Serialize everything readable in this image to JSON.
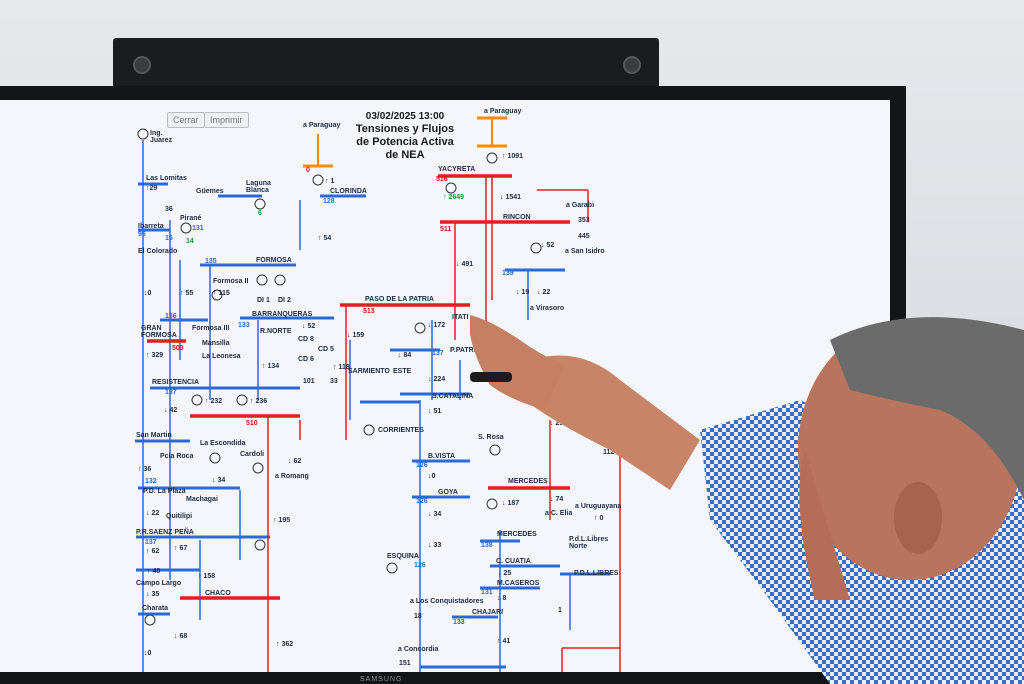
{
  "toolbar": {
    "close_label": "Cerrar",
    "print_label": "Imprimir"
  },
  "diagram": {
    "date_time": "03/02/2025 13:00",
    "title_lines": [
      "Tensiones y Flujos",
      "de Potencia Activa",
      "de NEA"
    ]
  },
  "tv": {
    "brand": "SAMSUNG"
  },
  "labels": [
    {
      "id": "ing-juarez",
      "text": "Ing.\nJuarez",
      "cls": ""
    },
    {
      "id": "a-paraguay-1",
      "text": "a Paraguay",
      "cls": ""
    },
    {
      "id": "a-paraguay-2",
      "text": "a Paraguay",
      "cls": ""
    },
    {
      "id": "las-lomitas",
      "text": "Las Lomitas",
      "cls": ""
    },
    {
      "id": "v29",
      "text": "↑29",
      "cls": ""
    },
    {
      "id": "guemes",
      "text": "Güemes",
      "cls": ""
    },
    {
      "id": "laguna-blanca",
      "text": "Laguna\nBlanca",
      "cls": ""
    },
    {
      "id": "clorinda",
      "text": "CLORINDA",
      "cls": ""
    },
    {
      "id": "v1",
      "text": "↑ 1",
      "cls": ""
    },
    {
      "id": "v0-par",
      "text": "0",
      "cls": "red"
    },
    {
      "id": "v128",
      "text": "128",
      "cls": "blue"
    },
    {
      "id": "v6",
      "text": "6",
      "cls": "grn"
    },
    {
      "id": "v36",
      "text": "36",
      "cls": ""
    },
    {
      "id": "pirane",
      "text": "Pirané",
      "cls": ""
    },
    {
      "id": "ibarreta",
      "text": "Ibarreta",
      "cls": ""
    },
    {
      "id": "v96",
      "text": "96",
      "cls": "blue"
    },
    {
      "id": "v131",
      "text": "131",
      "cls": "blue"
    },
    {
      "id": "v15",
      "text": "15",
      "cls": "blue"
    },
    {
      "id": "v14",
      "text": "14",
      "cls": "grn"
    },
    {
      "id": "el-colorado",
      "text": "El Colorado",
      "cls": ""
    },
    {
      "id": "v54",
      "text": "↑ 54",
      "cls": ""
    },
    {
      "id": "v135",
      "text": "135",
      "cls": "blue"
    },
    {
      "id": "formosa",
      "text": "FORMOSA",
      "cls": ""
    },
    {
      "id": "formosa-ii",
      "text": "Formosa II",
      "cls": ""
    },
    {
      "id": "di1",
      "text": "DI 1",
      "cls": ""
    },
    {
      "id": "di2",
      "text": "DI 2",
      "cls": ""
    },
    {
      "id": "v0a",
      "text": "↓0",
      "cls": ""
    },
    {
      "id": "v55",
      "text": "↑ 55",
      "cls": ""
    },
    {
      "id": "v115",
      "text": "↑ 115",
      "cls": ""
    },
    {
      "id": "barranqueras",
      "text": "BARRANQUERAS",
      "cls": ""
    },
    {
      "id": "v136",
      "text": "136",
      "cls": "blue"
    },
    {
      "id": "v133",
      "text": "133",
      "cls": "blue"
    },
    {
      "id": "rnorte",
      "text": "R.NORTE",
      "cls": ""
    },
    {
      "id": "v52",
      "text": "↓ 52",
      "cls": ""
    },
    {
      "id": "cd8",
      "text": "CD 8",
      "cls": ""
    },
    {
      "id": "cd5",
      "text": "CD 5",
      "cls": ""
    },
    {
      "id": "cd6",
      "text": "CD 6",
      "cls": ""
    },
    {
      "id": "formosa-iii",
      "text": "Formosa III",
      "cls": ""
    },
    {
      "id": "mansilla",
      "text": "Mansilla",
      "cls": ""
    },
    {
      "id": "gran-formosa",
      "text": "GRAN\nFORMOSA",
      "cls": ""
    },
    {
      "id": "v503",
      "text": "503",
      "cls": "red"
    },
    {
      "id": "v329",
      "text": "↑ 329",
      "cls": ""
    },
    {
      "id": "la-leonesa",
      "text": "La Leonesa",
      "cls": ""
    },
    {
      "id": "v134",
      "text": "↑ 134",
      "cls": ""
    },
    {
      "id": "v118",
      "text": "↑ 118",
      "cls": ""
    },
    {
      "id": "v101",
      "text": "101",
      "cls": ""
    },
    {
      "id": "v33a",
      "text": "33",
      "cls": ""
    },
    {
      "id": "resistencia",
      "text": "RESISTENCIA",
      "cls": ""
    },
    {
      "id": "v137a",
      "text": "137",
      "cls": "blue"
    },
    {
      "id": "v42",
      "text": "↓ 42",
      "cls": ""
    },
    {
      "id": "v232",
      "text": "↑ 232",
      "cls": ""
    },
    {
      "id": "v236",
      "text": "↑ 236",
      "cls": ""
    },
    {
      "id": "v510",
      "text": "510",
      "cls": "red"
    },
    {
      "id": "paso-patria",
      "text": "PASO DE LA PATRIA",
      "cls": ""
    },
    {
      "id": "v513",
      "text": "513",
      "cls": "red"
    },
    {
      "id": "v159",
      "text": "↓ 159",
      "cls": ""
    },
    {
      "id": "v172",
      "text": "↓ 172",
      "cls": ""
    },
    {
      "id": "itati",
      "text": "ITATI",
      "cls": ""
    },
    {
      "id": "v137b",
      "text": "137",
      "cls": "blue"
    },
    {
      "id": "v84",
      "text": "↓ 84",
      "cls": ""
    },
    {
      "id": "ppatria",
      "text": "P.PATRIA",
      "cls": ""
    },
    {
      "id": "sarmiento",
      "text": "SARMIENTO",
      "cls": ""
    },
    {
      "id": "este",
      "text": "ESTE",
      "cls": ""
    },
    {
      "id": "v224",
      "text": "↓ 224",
      "cls": ""
    },
    {
      "id": "scatalina",
      "text": "S.CATALINA",
      "cls": ""
    },
    {
      "id": "v51",
      "text": "↓ 51",
      "cls": ""
    },
    {
      "id": "corrientes",
      "text": "CORRIENTES",
      "cls": ""
    },
    {
      "id": "srosa",
      "text": "S. Rosa",
      "cls": ""
    },
    {
      "id": "san-martin",
      "text": "San Martin",
      "cls": ""
    },
    {
      "id": "la-escondida",
      "text": "La Escondida",
      "cls": ""
    },
    {
      "id": "v36b",
      "text": "↑ 36",
      "cls": ""
    },
    {
      "id": "pcia-roca",
      "text": "Pcia Roca",
      "cls": ""
    },
    {
      "id": "cardoli",
      "text": "Cardoli",
      "cls": ""
    },
    {
      "id": "v62",
      "text": "↓ 62",
      "cls": ""
    },
    {
      "id": "a-romang",
      "text": "a Romang",
      "cls": ""
    },
    {
      "id": "v34",
      "text": "↓ 34",
      "cls": ""
    },
    {
      "id": "v132",
      "text": "132",
      "cls": "blue"
    },
    {
      "id": "pd-plaza",
      "text": "P.D. La Plaza",
      "cls": ""
    },
    {
      "id": "machagai",
      "text": "Machagai",
      "cls": ""
    },
    {
      "id": "v22",
      "text": "↓ 22",
      "cls": ""
    },
    {
      "id": "quitilipi",
      "text": "Quitilipi",
      "cls": ""
    },
    {
      "id": "v195",
      "text": "↑ 195",
      "cls": ""
    },
    {
      "id": "saenz-pena",
      "text": "P.R.SAENZ PEÑA",
      "cls": ""
    },
    {
      "id": "v137c",
      "text": "137",
      "cls": "blue"
    },
    {
      "id": "v62b",
      "text": "↑ 62",
      "cls": ""
    },
    {
      "id": "v67",
      "text": "↑ 67",
      "cls": ""
    },
    {
      "id": "v40",
      "text": "↑ 40",
      "cls": ""
    },
    {
      "id": "v158",
      "text": "↑ 158",
      "cls": ""
    },
    {
      "id": "campo-largo",
      "text": "Campo Largo",
      "cls": ""
    },
    {
      "id": "v35",
      "text": "↓ 35",
      "cls": ""
    },
    {
      "id": "chaco",
      "text": "CHACO",
      "cls": ""
    },
    {
      "id": "charata",
      "text": "Charata",
      "cls": ""
    },
    {
      "id": "v68",
      "text": "↓ 68",
      "cls": ""
    },
    {
      "id": "v362",
      "text": "↑ 362",
      "cls": ""
    },
    {
      "id": "v0b",
      "text": "↓0",
      "cls": ""
    },
    {
      "id": "yacyreta",
      "text": "YACYRETA",
      "cls": ""
    },
    {
      "id": "v516",
      "text": "516",
      "cls": "red"
    },
    {
      "id": "v1091",
      "text": "↑ 1091",
      "cls": ""
    },
    {
      "id": "v2649",
      "text": "↑ 2649",
      "cls": "grn"
    },
    {
      "id": "v1541",
      "text": "↓ 1541",
      "cls": ""
    },
    {
      "id": "a-garabi",
      "text": "a Garabi",
      "cls": ""
    },
    {
      "id": "v353",
      "text": "353",
      "cls": ""
    },
    {
      "id": "rincon",
      "text": "RINCON",
      "cls": ""
    },
    {
      "id": "v511",
      "text": "511",
      "cls": "red"
    },
    {
      "id": "v445",
      "text": "445",
      "cls": ""
    },
    {
      "id": "a-san-isidro",
      "text": "a San Isidro",
      "cls": ""
    },
    {
      "id": "v52b",
      "text": "↓ 52",
      "cls": ""
    },
    {
      "id": "v491",
      "text": "↓ 491",
      "cls": ""
    },
    {
      "id": "v139",
      "text": "139",
      "cls": "blue"
    },
    {
      "id": "v19",
      "text": "↓ 19",
      "cls": ""
    },
    {
      "id": "v22b",
      "text": "↓ 22",
      "cls": ""
    },
    {
      "id": "a-virasoro",
      "text": "a Virasoro",
      "cls": ""
    },
    {
      "id": "v298",
      "text": "↓ 298",
      "cls": ""
    },
    {
      "id": "bvista",
      "text": "B.VISTA",
      "cls": ""
    },
    {
      "id": "v126a",
      "text": "126",
      "cls": "blue"
    },
    {
      "id": "v0c",
      "text": "↓0",
      "cls": ""
    },
    {
      "id": "goya",
      "text": "GOYA",
      "cls": ""
    },
    {
      "id": "v126b",
      "text": "126",
      "cls": "blue"
    },
    {
      "id": "v112",
      "text": "112",
      "cls": ""
    },
    {
      "id": "mercedes-r",
      "text": "MERCEDES",
      "cls": ""
    },
    {
      "id": "v74",
      "text": "↓ 74",
      "cls": ""
    },
    {
      "id": "v187",
      "text": "↓ 187",
      "cls": ""
    },
    {
      "id": "a-uruguayana",
      "text": "a Uruguayana",
      "cls": ""
    },
    {
      "id": "a-celia",
      "text": "a C. Elia",
      "cls": ""
    },
    {
      "id": "v0d",
      "text": "↑ 0",
      "cls": ""
    },
    {
      "id": "v34b",
      "text": "↓ 34",
      "cls": ""
    },
    {
      "id": "mercedes",
      "text": "MERCEDES",
      "cls": ""
    },
    {
      "id": "v138",
      "text": "138",
      "cls": "blue"
    },
    {
      "id": "pdl-libres",
      "text": "P.d.L.Libres\nNorte",
      "cls": ""
    },
    {
      "id": "v33b",
      "text": "↓ 33",
      "cls": ""
    },
    {
      "id": "esquina",
      "text": "ESQUINA",
      "cls": ""
    },
    {
      "id": "v126c",
      "text": "126",
      "cls": "blue"
    },
    {
      "id": "ccuatia",
      "text": "C. CUATIA",
      "cls": ""
    },
    {
      "id": "v25",
      "text": "↓ 25",
      "cls": ""
    },
    {
      "id": "mcaseros",
      "text": "M.CASEROS",
      "cls": ""
    },
    {
      "id": "pdllibres",
      "text": "P.D.L.LIBRES",
      "cls": ""
    },
    {
      "id": "v131b",
      "text": "131",
      "cls": "blue"
    },
    {
      "id": "v8",
      "text": "↓ 8",
      "cls": ""
    },
    {
      "id": "a-conquistadores",
      "text": "a Los Conquistadores",
      "cls": ""
    },
    {
      "id": "v18",
      "text": "18",
      "cls": ""
    },
    {
      "id": "chajari",
      "text": "CHAJARI",
      "cls": ""
    },
    {
      "id": "v133b",
      "text": "133",
      "cls": "blue"
    },
    {
      "id": "v1b",
      "text": "1",
      "cls": ""
    },
    {
      "id": "v41",
      "text": "↑ 41",
      "cls": ""
    },
    {
      "id": "a-concordia",
      "text": "a Concordia",
      "cls": ""
    },
    {
      "id": "v151",
      "text": "151",
      "cls": ""
    }
  ]
}
